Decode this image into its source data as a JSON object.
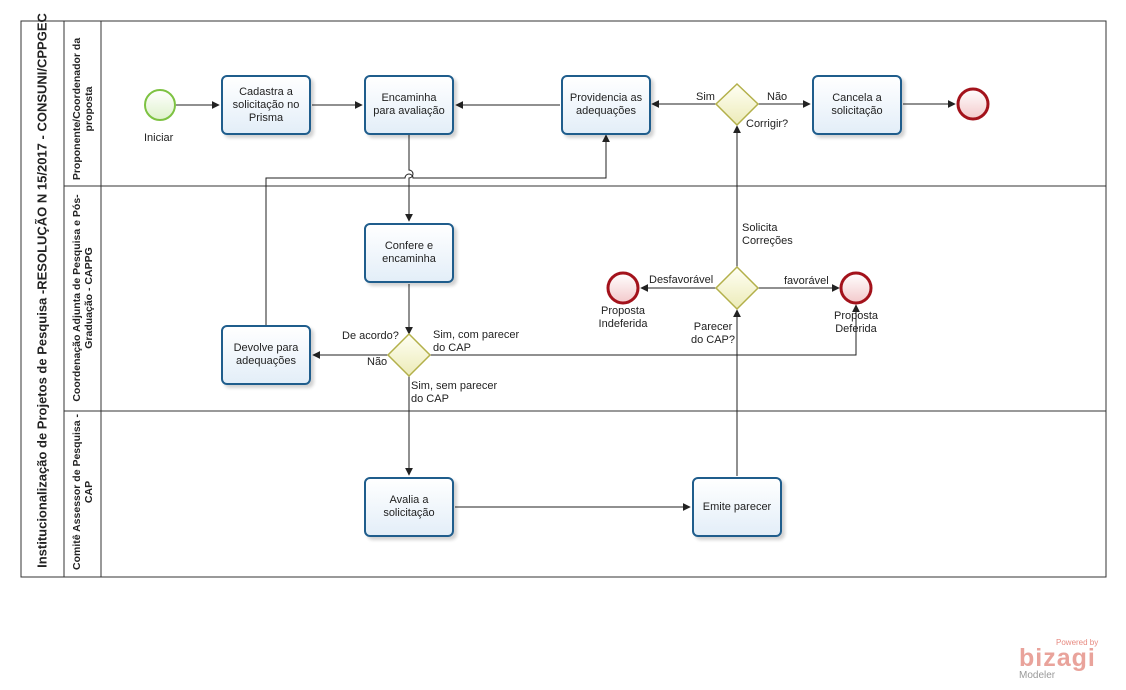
{
  "pool": {
    "title": "Institucionalização de Projetos de Pesquisa -RESOLUÇÃO N 15/2017 - CONSUNI/CPPGEC"
  },
  "lanes": [
    {
      "key": "proponente",
      "title": "Proponente/Coordenador da proposta"
    },
    {
      "key": "cappg",
      "title": "Coordenação Adjunta de Pesquisa e Pós-Graduação - CAPPG"
    },
    {
      "key": "cap",
      "title": "Comitê Assessor de Pesquisa - CAP"
    }
  ],
  "events": {
    "start": "Iniciar",
    "deferida": "Proposta Deferida",
    "indeferida": "Proposta Indeferida"
  },
  "tasks": {
    "cadastra": "Cadastra a solicitação no Prisma",
    "encaminha": "Encaminha para avaliação",
    "providencia": "Providencia as adequações",
    "cancela": "Cancela a solicitação",
    "confere": "Confere e encaminha",
    "devolve": "Devolve para adequações",
    "avalia": "Avalia a solicitação",
    "emite": "Emite parecer"
  },
  "gateways": {
    "corrigir": "Corrigir?",
    "acordo": "De acordo?",
    "parecer": "Parecer do CAP?"
  },
  "flows": {
    "sim": "Sim",
    "nao": "Não",
    "nao2": "Não",
    "sim_com": "Sim, com parecer do CAP",
    "sim_sem": "Sim, sem parecer do CAP",
    "solicita": "Solicita Correções",
    "desfavoravel": "Desfavorável",
    "favoravel": "favorável"
  },
  "logo": {
    "powered": "Powered by",
    "brand": "bizagi",
    "product": "Modeler"
  },
  "colors": {
    "task_border": "#1f5d8c",
    "start_event": "#7dc242",
    "end_event": "#a3121b",
    "gateway": "#e4e2a0",
    "logo": "#e9a39b"
  }
}
